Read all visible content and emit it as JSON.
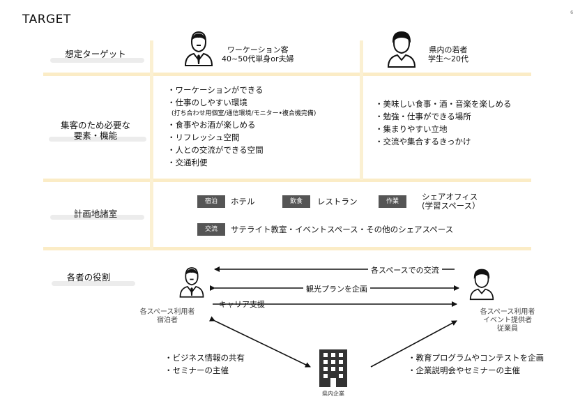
{
  "page": {
    "title": "TARGET",
    "page_number": "6"
  },
  "rows": {
    "target": "想定ターゲット",
    "needs_line1": "集客のため必要な",
    "needs_line2": "要素・機能",
    "rooms": "計画地諸室",
    "roles": "各者の役割"
  },
  "personas": {
    "a": {
      "line1": "ワーケーション客",
      "line2": "40~50代単身or夫婦"
    },
    "b": {
      "line1": "県内の若者",
      "line2": "学生～20代"
    }
  },
  "needs_a": [
    "・ワーケーションができる",
    "・仕事のしやすい環境",
    "(打ち合わせ用個室/通信環境/モニター•複合機完備)",
    "・食事やお酒が楽しめる",
    "・リフレッシュ空間",
    "・人との交流ができる空間",
    "・交通利便"
  ],
  "needs_b": [
    "・美味しい食事・酒・音楽を楽しめる",
    "・勉強・仕事ができる場所",
    "・集まりやすい立地",
    "・交流や集合するきっかけ"
  ],
  "rooms": [
    {
      "tag": "宿泊",
      "text": "ホテル"
    },
    {
      "tag": "飲食",
      "text": "レストラン"
    },
    {
      "tag": "作業",
      "text": "シェアオフィス",
      "text2": "(学習スペース）"
    },
    {
      "tag": "交流",
      "text": "サテライト教室・イベントスペース・その他のシェアスペース"
    }
  ],
  "roles": {
    "left_line1": "各スペース利用者",
    "left_line2": "宿泊者",
    "right_line1": "各スペース利用者",
    "right_line2": "イベント提供者",
    "right_line3": "従業員",
    "company": "県内企業",
    "arrow1": "各スペースでの交流",
    "arrow2": "観光プランを企画",
    "arrow3": "キャリア支援",
    "left_bullets": [
      "・ビジネス情報の共有",
      "・セミナーの主催"
    ],
    "right_bullets": [
      "・教育プログラムやコンテストを企画",
      "・企業説明会やセミナーの主催"
    ]
  },
  "icons": {
    "persona_a": "businessman-icon",
    "persona_b": "young-person-icon",
    "role_left": "businessman-icon",
    "role_right": "young-person-icon",
    "company": "office-building-icon"
  },
  "colors": {
    "band": "#fbecc6",
    "tag": "#555555",
    "brush": "#ececec"
  }
}
